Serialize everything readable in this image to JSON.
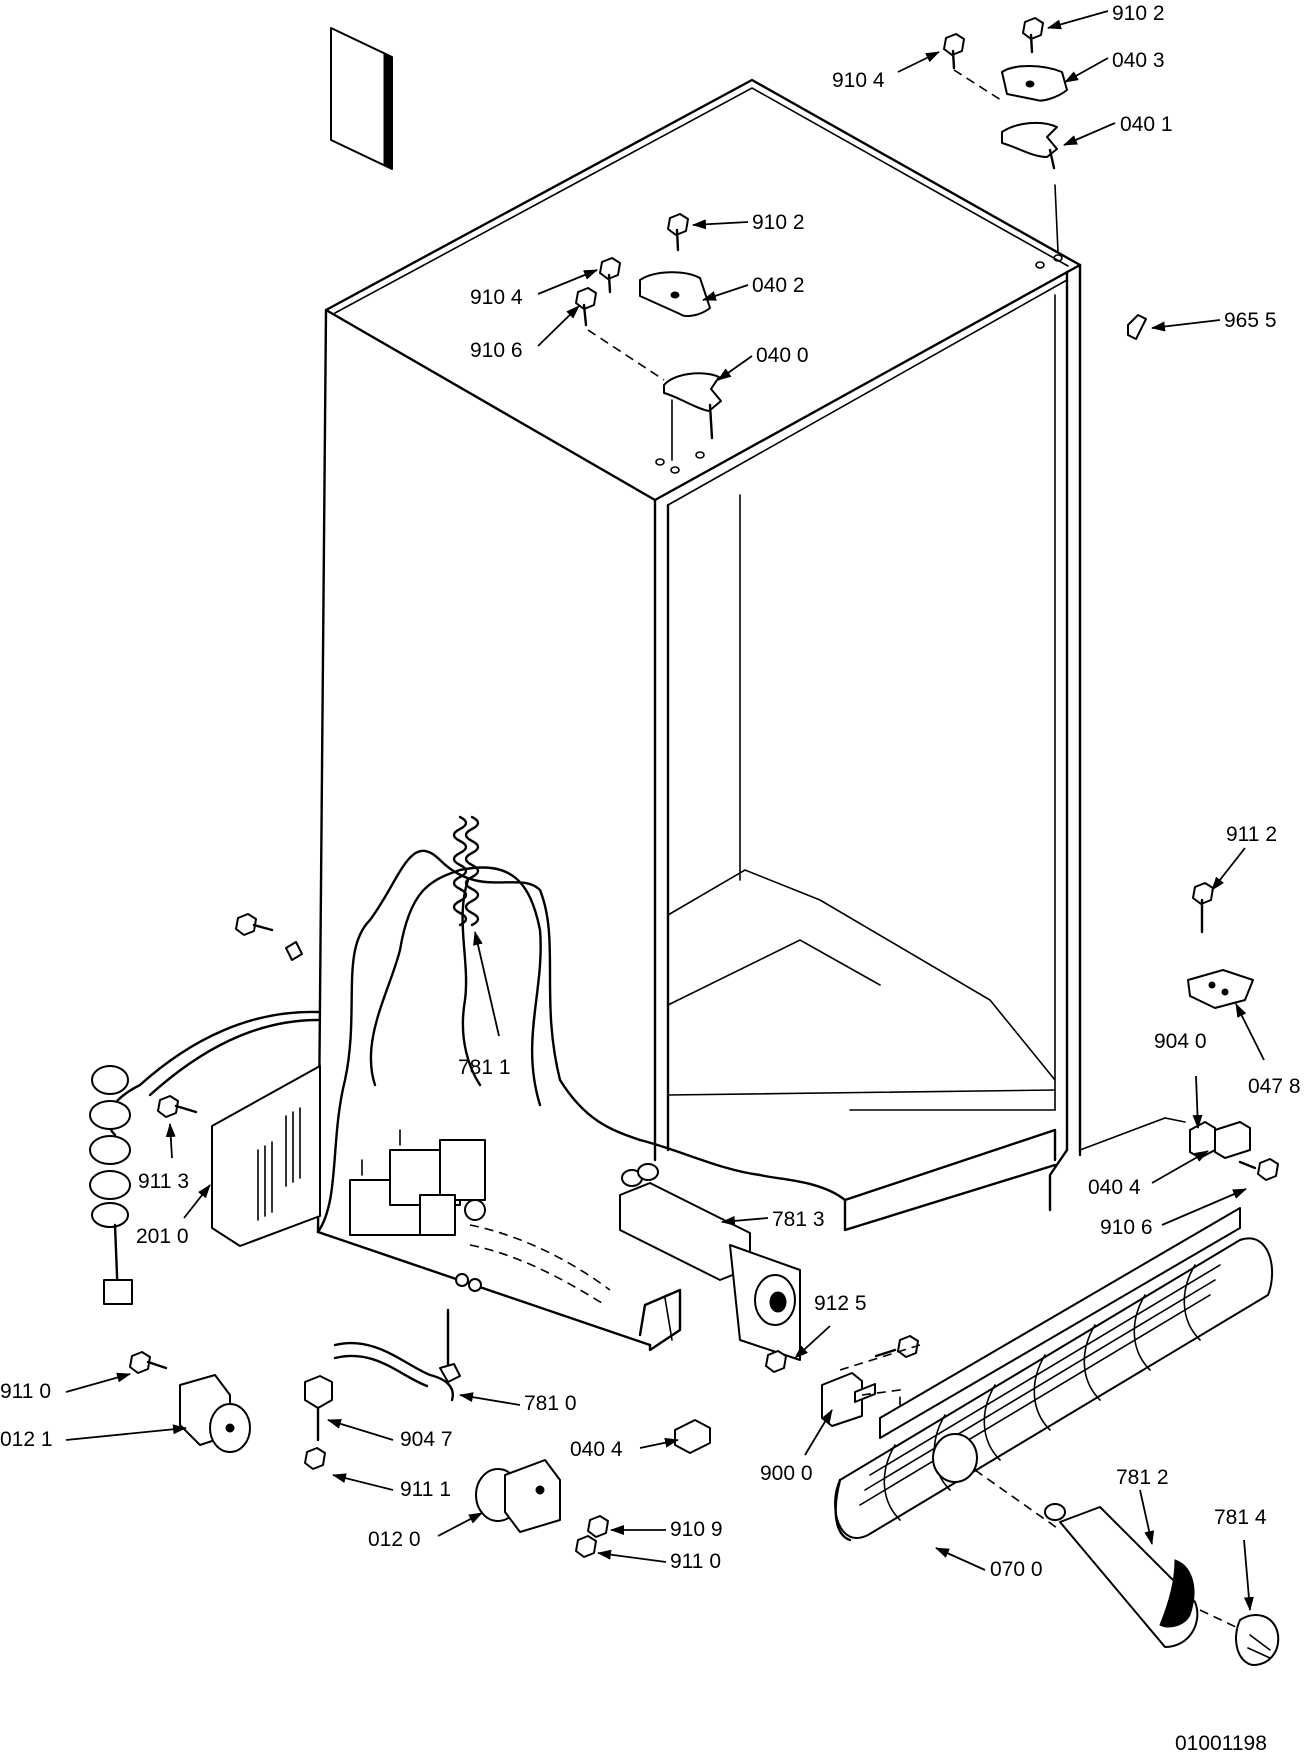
{
  "labels": {
    "l_9102a": "910 2",
    "l_9104a": "910 4",
    "l_0403": "040 3",
    "l_0401": "040 1",
    "l_9102b": "910 2",
    "l_0402": "040 2",
    "l_9104b": "910 4",
    "l_9106a": "910 6",
    "l_0400": "040 0",
    "l_9655": "965 5",
    "l_9112": "911  2",
    "l_0478": "047 8",
    "l_9040": "904 0",
    "l_0404a": "040 4",
    "l_9106b": "910 6",
    "l_7811": "781 1",
    "l_9113": "911 3",
    "l_2010": "201 0",
    "l_7813": "781 3",
    "l_9125": "912 5",
    "l_9110a": "911 0",
    "l_0121": "012 1",
    "l_7810": "781 0",
    "l_9047": "904 7",
    "l_0404b": "040 4",
    "l_9000": "900 0",
    "l_9111": "911 1",
    "l_0120": "012 0",
    "l_9109": "910 9",
    "l_9110b": "911 0",
    "l_7812": "781 2",
    "l_7814": "781 4",
    "l_0700": "070 0"
  },
  "drawing_number": "01001198"
}
